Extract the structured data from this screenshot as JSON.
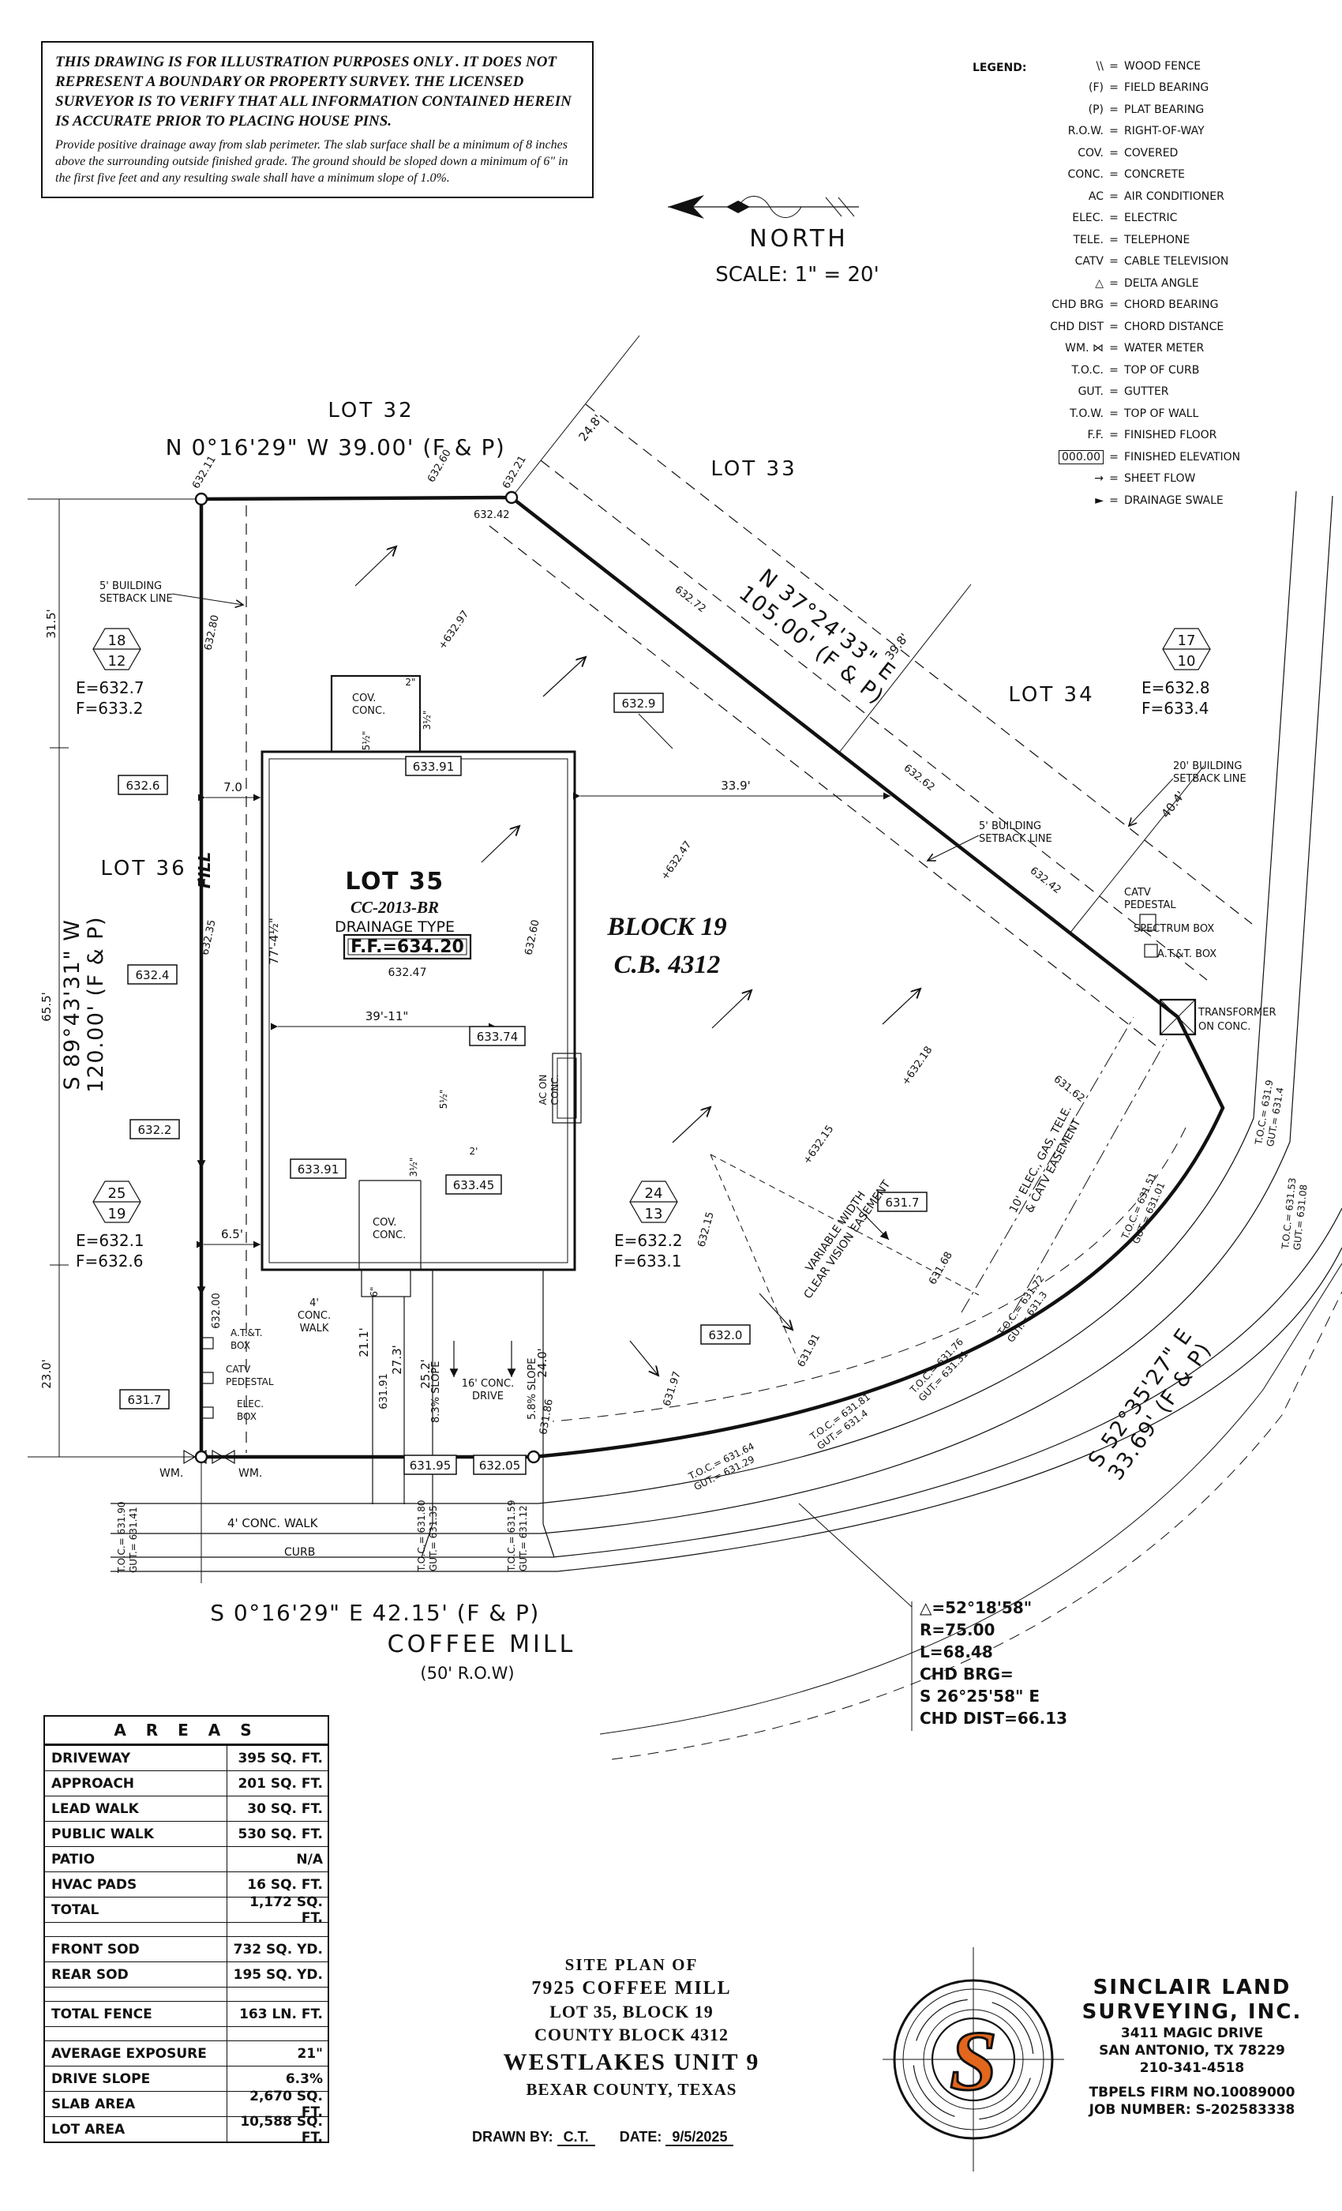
{
  "colors": {
    "accent": "#E2661C",
    "ink": "#111111"
  },
  "disclaimer": {
    "warning": "THIS DRAWING IS FOR ILLUSTRATION PURPOSES ONLY . IT DOES NOT REPRESENT A BOUNDARY OR PROPERTY SURVEY. THE LICENSED SURVEYOR IS TO VERIFY THAT ALL INFORMATION CONTAINED HEREIN IS ACCURATE PRIOR TO PLACING HOUSE PINS.",
    "drainage_note": "Provide positive drainage away from slab perimeter. The slab surface shall be a minimum of 8 inches above the surrounding outside finished grade. The ground should be sloped down a minimum of 6\" in the first five feet and any resulting swale shall have a minimum slope of 1.0%."
  },
  "compass": {
    "north_label": "NORTH",
    "scale_label": "SCALE: 1\" = 20'"
  },
  "legend": {
    "title": "LEGEND:",
    "eq": "=",
    "items": [
      {
        "sym": "\\\\",
        "txt": "WOOD FENCE"
      },
      {
        "sym": "(F)",
        "txt": "FIELD BEARING"
      },
      {
        "sym": "(P)",
        "txt": "PLAT BEARING"
      },
      {
        "sym": "R.O.W.",
        "txt": "RIGHT-OF-WAY"
      },
      {
        "sym": "COV.",
        "txt": "COVERED"
      },
      {
        "sym": "CONC.",
        "txt": "CONCRETE"
      },
      {
        "sym": "AC",
        "txt": "AIR CONDITIONER"
      },
      {
        "sym": "ELEC.",
        "txt": "ELECTRIC"
      },
      {
        "sym": "TELE.",
        "txt": "TELEPHONE"
      },
      {
        "sym": "CATV",
        "txt": "CABLE TELEVISION"
      },
      {
        "sym": "△",
        "txt": "DELTA ANGLE"
      },
      {
        "sym": "CHD BRG",
        "txt": "CHORD BEARING"
      },
      {
        "sym": "CHD DIST",
        "txt": "CHORD DISTANCE"
      },
      {
        "sym": "WM. ⋈",
        "txt": "WATER METER"
      },
      {
        "sym": "T.O.C.",
        "txt": "TOP OF CURB"
      },
      {
        "sym": "GUT.",
        "txt": "GUTTER"
      },
      {
        "sym": "T.O.W.",
        "txt": "TOP OF WALL"
      },
      {
        "sym": "F.F.",
        "txt": "FINISHED FLOOR"
      },
      {
        "sym": "000.00",
        "txt": "FINISHED ELEVATION"
      },
      {
        "sym": "→",
        "txt": "SHEET FLOW"
      },
      {
        "sym": "►",
        "txt": "DRAINAGE SWALE"
      }
    ]
  },
  "plan": {
    "lot32": "LOT 32",
    "lot33": "LOT 33",
    "lot34": "LOT 34",
    "lot35": "LOT 35",
    "lot36": "LOT 36",
    "bearing_top": "N 0°16'29\" W 39.00' (F & P)",
    "bearing_diag_1": "N 37°24'33\" E",
    "bearing_diag_2": "105.00' (F & P)",
    "bearing_left_1": "S 89°43'31\" W",
    "bearing_left_2": "120.00' (F & P)",
    "bearing_right_1": "S 52°35'27\" E",
    "bearing_right_2": "33.69' (F & P)",
    "bearing_bottom": "S 0°16'29\" E 42.15' (F & P)",
    "street": "COFFEE MILL",
    "street_row": "(50' R.O.W)",
    "block": "BLOCK 19",
    "cb": "C.B. 4312",
    "plat": "CC-2013-BR",
    "drainage_type": "DRAINAGE TYPE",
    "ff": "F.F.=634.20",
    "ff_sub": "632.47"
  },
  "markers": [
    {
      "top": "18",
      "bot": "12",
      "e": "E=632.7",
      "f": "F=633.2"
    },
    {
      "top": "17",
      "bot": "10",
      "e": "E=632.8",
      "f": "F=633.4"
    },
    {
      "top": "25",
      "bot": "19",
      "e": "E=632.1",
      "f": "F=632.6"
    },
    {
      "top": "24",
      "bot": "13",
      "e": "E=632.2",
      "f": "F=633.1"
    }
  ],
  "belev": [
    "632.6",
    "632.9",
    "633.91",
    "632.4",
    "632.2",
    "633.91",
    "633.74",
    "633.45",
    "631.7",
    "631.7",
    "632.0",
    "631.95",
    "632.05"
  ],
  "selev": [
    "632.11",
    "632.60",
    "632.42",
    "632.21",
    "632.80",
    "632.35",
    "+632.97",
    "632.72",
    "+632.47",
    "632.62",
    "632.42",
    "632.60",
    "+632.18",
    "+632.15",
    "632.15",
    "631.68",
    "631.62",
    "631.91",
    "631.97",
    "631.86",
    "631.91",
    "632.00"
  ],
  "toc": [
    {
      "t": "T.O.C.= 631.9",
      "g": "GUT.= 631.4"
    },
    {
      "t": "T.O.C.= 631.53",
      "g": "GUT.= 631.08"
    },
    {
      "t": "T.O.C.= 631.51",
      "g": "GUT.= 631.01"
    },
    {
      "t": "T.O.C.= 631.72",
      "g": "GUT.= 631.3"
    },
    {
      "t": "T.O.C.= 631.76",
      "g": "GUT.= 631.31"
    },
    {
      "t": "T.O.C.= 631.81",
      "g": "GUT.= 631.4"
    },
    {
      "t": "T.O.C.= 631.64",
      "g": "GUT.= 631.29"
    },
    {
      "t": "T.O.C.= 631.59",
      "g": "GUT.= 631.12"
    },
    {
      "t": "T.O.C.= 631.80",
      "g": "GUT.= 631.35"
    },
    {
      "t": "T.O.C.= 631.90",
      "g": "GUT.= 631.41"
    }
  ],
  "callouts": {
    "sb5_1": "5' BUILDING",
    "sb5_2": "SETBACK LINE",
    "sb20_1": "20' BUILDING",
    "catv1": "CATV",
    "catv2": "PEDESTAL",
    "spectrum": "SPECTRUM BOX",
    "att": "A.T.&T. BOX",
    "xfmr1": "TRANSFORMER",
    "xfmr2": "ON CONC.",
    "att_l1": "A.T.&T.",
    "att_l2": "BOX",
    "elec1": "ELEC.",
    "elec2": "BOX",
    "fill": "FILL",
    "ac1": "AC ON",
    "ac2": "CONC.",
    "cov1": "COV.",
    "cov2": "CONC.",
    "w4a": "4'",
    "w4b": "CONC.",
    "w4c": "WALK",
    "walk4_line": "4' CONC. WALK",
    "curb": "CURB",
    "d16a": "16' CONC.",
    "d16b": "DRIVE",
    "slope83": "8.3% SLOPE",
    "slope58": "5.8% SLOPE",
    "wm": "WM.",
    "ease1": "10' ELEC., GAS, TELE.",
    "ease2": "& CATV EASEMENT",
    "cv1": "VARIABLE WIDTH",
    "cv2": "CLEAR VISION EASEMENT"
  },
  "dims": {
    "d70": "7.0",
    "d339": "33.9'",
    "d248": "24.8'",
    "d398": "39.8'",
    "d404": "40.4'",
    "d315": "31.5'",
    "d655": "65.5'",
    "d230": "23.0'",
    "d65": "6.5'",
    "d211": "21.1'",
    "d273": "27.3'",
    "d252": "25.2'",
    "d240": "24.0'",
    "d3911": "39'-11\"",
    "d774": "77'-4½\"",
    "s2in": "2\"",
    "s35": "3½\"",
    "s55": "5½\"",
    "s2ft": "2'",
    "s6in": "6\""
  },
  "curve": {
    "delta": "△=52°18'58\"",
    "r": "R=75.00",
    "l": "L=68.48",
    "chd1": "CHD BRG=",
    "chd2": "S 26°25'58\" E",
    "chd3": "CHD DIST=66.13"
  },
  "areas": {
    "title": "A R E A S",
    "rows": [
      {
        "label": "DRIVEWAY",
        "value": "395 SQ. FT."
      },
      {
        "label": "APPROACH",
        "value": "201 SQ. FT."
      },
      {
        "label": "LEAD WALK",
        "value": "30 SQ. FT."
      },
      {
        "label": "PUBLIC WALK",
        "value": "530 SQ. FT."
      },
      {
        "label": "PATIO",
        "value": "N/A"
      },
      {
        "label": "HVAC PADS",
        "value": "16 SQ. FT."
      },
      {
        "label": "TOTAL",
        "value": "1,172 SQ. FT."
      },
      {
        "label": "FRONT SOD",
        "value": "732 SQ. YD."
      },
      {
        "label": "REAR SOD",
        "value": "195 SQ. YD."
      },
      {
        "label": "TOTAL FENCE",
        "value": "163 LN. FT."
      },
      {
        "label": "AVERAGE EXPOSURE",
        "value": "21\""
      },
      {
        "label": "DRIVE SLOPE",
        "value": "6.3%"
      },
      {
        "label": "SLAB AREA",
        "value": "2,670 SQ. FT."
      },
      {
        "label": "LOT AREA",
        "value": "10,588 SQ. FT."
      }
    ]
  },
  "title_block": {
    "l1": "SITE PLAN OF",
    "l2": "7925 COFFEE MILL",
    "l3": "LOT 35, BLOCK 19",
    "l4": "COUNTY BLOCK 4312",
    "l5": "WESTLAKES UNIT 9",
    "l6": "BEXAR COUNTY, TEXAS",
    "drawn_by_label": "DRAWN BY:",
    "drawn_by": "C.T.",
    "date_label": "DATE:",
    "date": "9/5/2025"
  },
  "surveyor": {
    "name1": "SINCLAIR LAND",
    "name2": "SURVEYING, INC.",
    "addr1": "3411 MAGIC DRIVE",
    "addr2": "SAN ANTONIO, TX 78229",
    "phone": "210-341-4518",
    "firm": "TBPELS FIRM NO.10089000",
    "job": "JOB NUMBER: S-202583338",
    "logo_letter": "S"
  }
}
